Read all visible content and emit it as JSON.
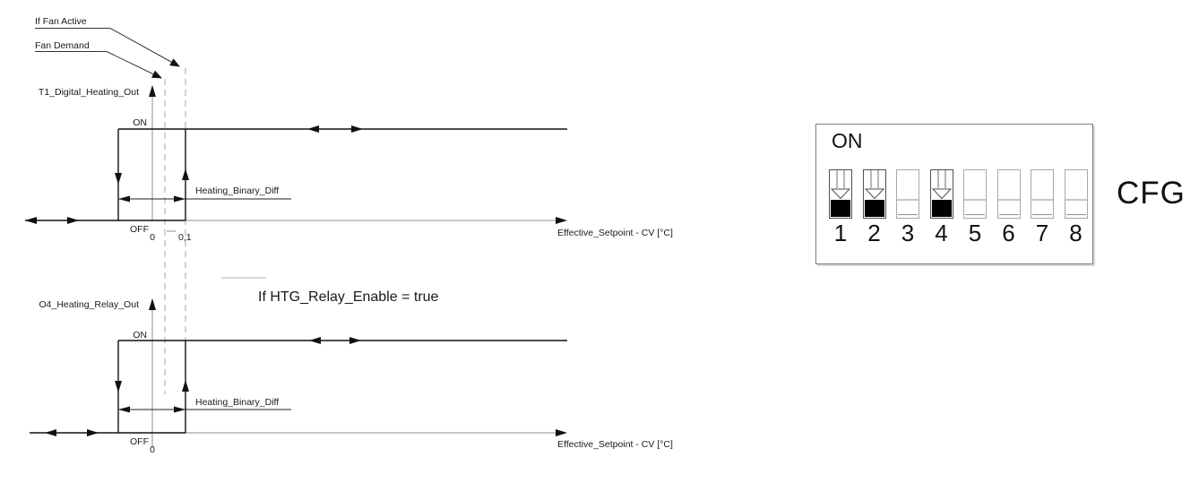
{
  "diagram": {
    "leader_if_fan_active": "If Fan Active",
    "leader_fan_demand": "Fan Demand",
    "condition_note": "If HTG_Relay_Enable = true",
    "chart1": {
      "y_label": "T1_Digital_Heating_Out",
      "x_label": "Effective_Setpoint - CV [°C]",
      "on": "ON",
      "off": "OFF",
      "zero": "0",
      "threshold_tick": "0,1",
      "diff": "Heating_Binary_Diff"
    },
    "chart2": {
      "y_label": "O4_Heating_Relay_Out",
      "x_label": "Effective_Setpoint - CV [°C]",
      "on": "ON",
      "off": "OFF",
      "zero": "0",
      "diff": "Heating_Binary_Diff"
    }
  },
  "chart_data": [
    {
      "type": "line",
      "title": "T1_Digital_Heating_Out",
      "xlabel": "Effective_Setpoint - CV [°C]",
      "y_levels": [
        "OFF",
        "ON"
      ],
      "x_tick_labels": [
        "0",
        "0,1"
      ],
      "annotations": [
        "If Fan Active",
        "Fan Demand",
        "Heating_Binary_Diff"
      ],
      "shape": "hysteresis step: output ON at high Effective_Setpoint - CV, OFF at low; switching band width = Heating_Binary_Diff"
    },
    {
      "type": "line",
      "title": "O4_Heating_Relay_Out",
      "xlabel": "Effective_Setpoint - CV [°C]",
      "y_levels": [
        "OFF",
        "ON"
      ],
      "x_tick_labels": [
        "0"
      ],
      "annotations": [
        "If HTG_Relay_Enable = true",
        "Heating_Binary_Diff"
      ],
      "shape": "hysteresis step: output ON at high Effective_Setpoint - CV, OFF at low; switching band width = Heating_Binary_Diff"
    }
  ],
  "dip_switch": {
    "panel_label": "CFG",
    "on_label": "ON",
    "switches": [
      {
        "number": "1",
        "position": "down"
      },
      {
        "number": "2",
        "position": "down"
      },
      {
        "number": "3",
        "position": "up"
      },
      {
        "number": "4",
        "position": "down"
      },
      {
        "number": "5",
        "position": "up"
      },
      {
        "number": "6",
        "position": "up"
      },
      {
        "number": "7",
        "position": "up"
      },
      {
        "number": "8",
        "position": "up"
      }
    ]
  },
  "colors": {
    "ink": "#1a1a1a",
    "axis_gray": "#8c8c8c",
    "dashed_gray": "#a6a6a6",
    "switch_on_fill": "#000000"
  }
}
